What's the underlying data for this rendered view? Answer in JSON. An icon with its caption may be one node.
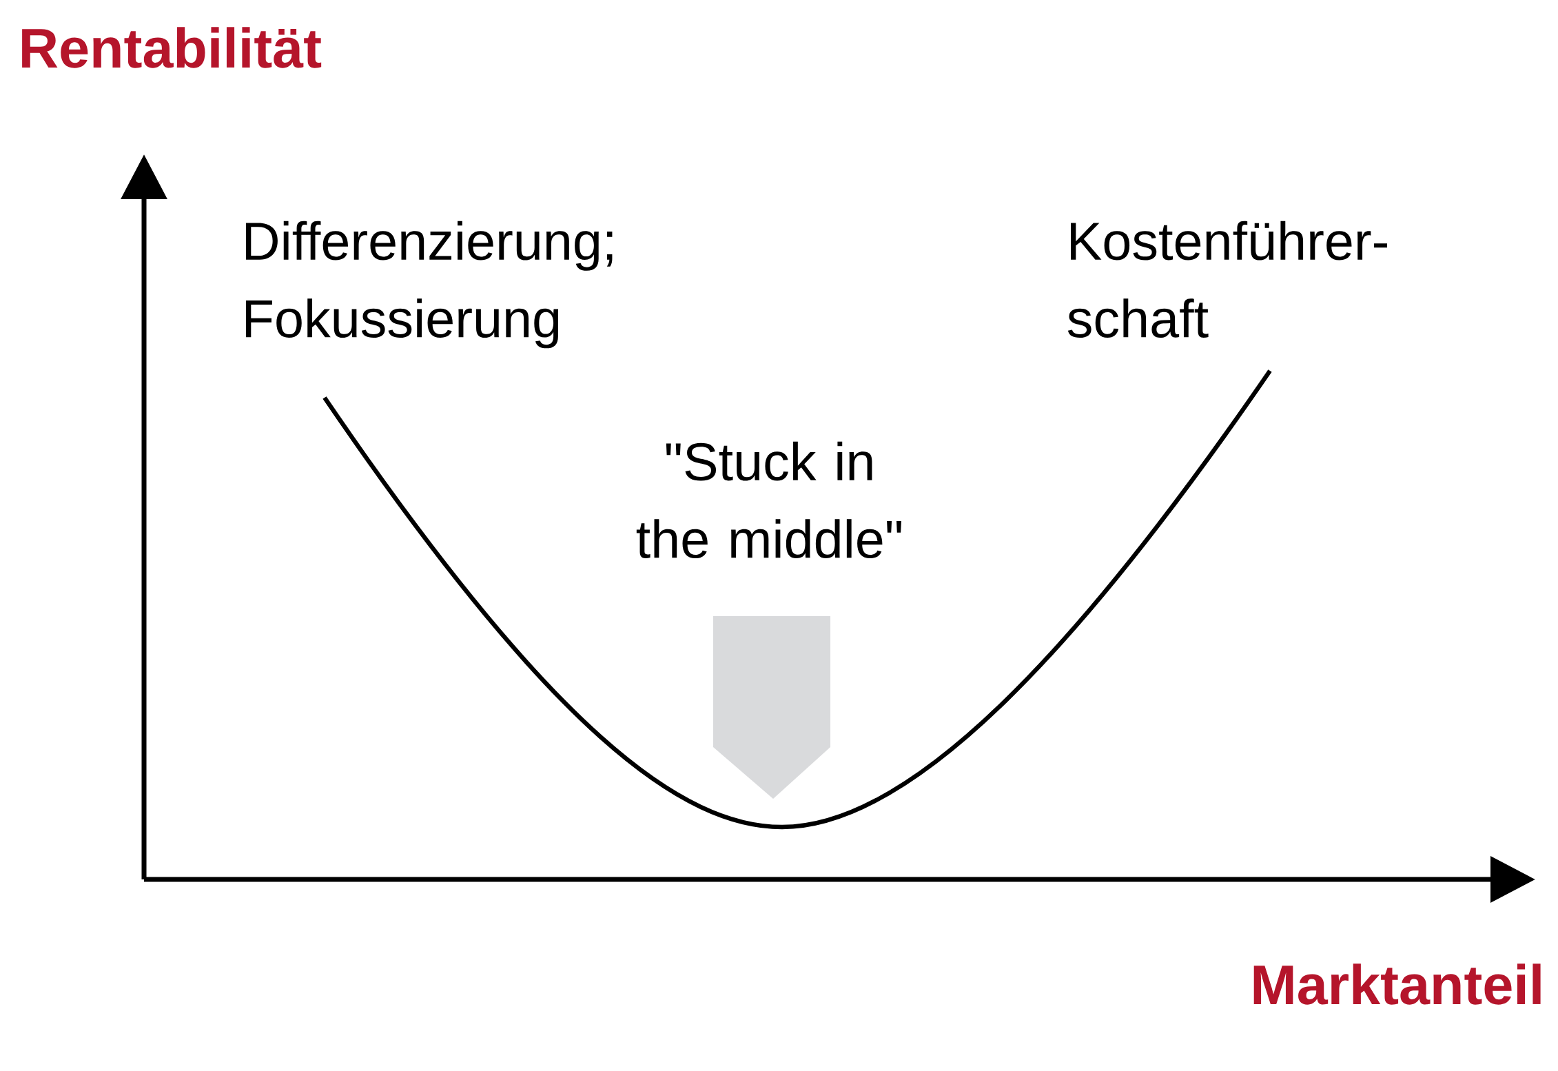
{
  "diagram": {
    "labels": [
      "Rentabilität",
      "Differenzierung; Fokussierung",
      "Kostenführer- schaft",
      "\"Stuck in the middle\"",
      "Marktanteil"
    ]
  }
}
